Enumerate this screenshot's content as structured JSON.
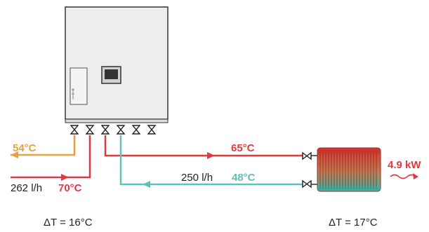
{
  "diagram": {
    "supply_out_temp": "54°C",
    "flow_rate_in": "262 l/h",
    "return_in_temp": "70°C",
    "radiator_supply_temp": "65°C",
    "flow_rate_return": "250 l/h",
    "radiator_return_temp": "48°C",
    "heat_output": "4.9 kW",
    "delta_left": "ΔT = 16°C",
    "delta_right": "ΔT = 17°C"
  },
  "colors": {
    "hot": "#e03a3e",
    "warm": "#e8a13a",
    "cool": "#5ec2b7",
    "text_dark": "#222222",
    "unit_body": "#ededed",
    "unit_stroke": "#333333"
  }
}
